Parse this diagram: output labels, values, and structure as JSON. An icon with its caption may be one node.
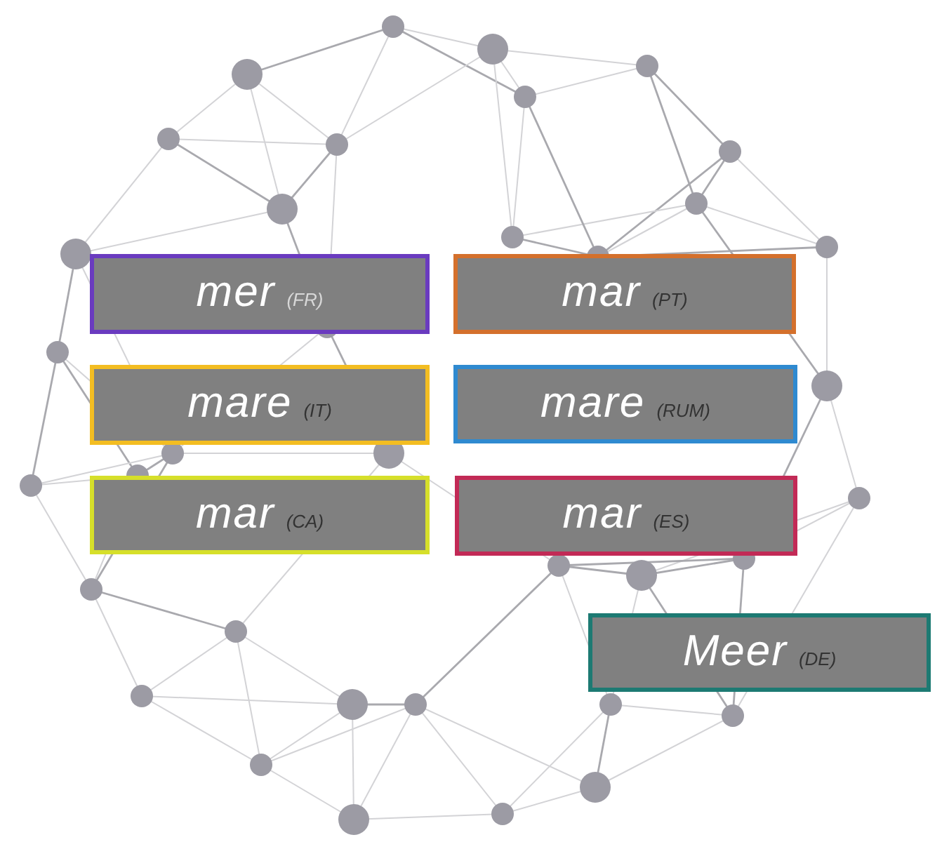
{
  "diagram": {
    "nodes": [
      {
        "text": [
          "mer",
          "(FR)"
        ]
      },
      {
        "text": [
          "mar",
          "(PT)"
        ]
      },
      {
        "text": [
          "mare",
          "(IT)"
        ]
      },
      {
        "text": [
          "mare",
          "(RUM)"
        ]
      },
      {
        "text": [
          "mar",
          "(CA)"
        ]
      },
      {
        "text": [
          "mar",
          "(ES)"
        ]
      },
      {
        "text": [
          "Meer",
          "(DE)"
        ]
      }
    ]
  }
}
